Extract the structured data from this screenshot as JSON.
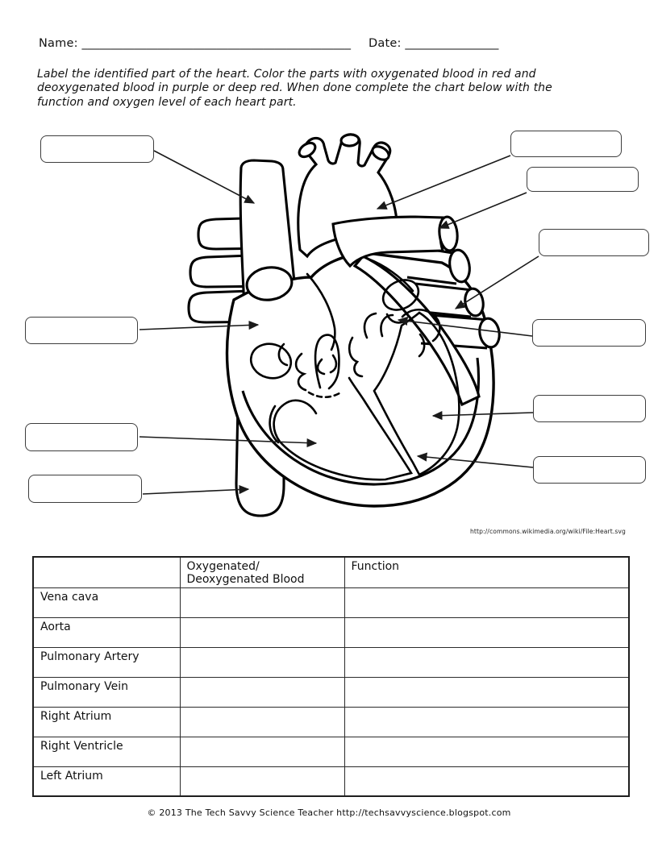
{
  "page": {
    "name_label": "Name:",
    "name_blank": "______________________________________________",
    "date_label": "Date:",
    "date_blank": "________________"
  },
  "instructions": {
    "line1": "Label the identified part of the heart.  Color the parts with oxygenated blood in red and",
    "line2": "deoxygenated blood in purple or deep red.  When done complete the chart below with the",
    "line3": "function and oxygen level of each heart part."
  },
  "diagram": {
    "source_url": "http://commons.wikimedia.org/wiki/File:Heart.svg",
    "label_box_count": "10"
  },
  "table": {
    "header": {
      "col1": "",
      "col2_line1": "Oxygenated/",
      "col2_line2": "Deoxygenated Blood",
      "col3": "Function"
    },
    "rows": [
      {
        "part": "Vena cava"
      },
      {
        "part": "Aorta"
      },
      {
        "part": "Pulmonary Artery"
      },
      {
        "part": "Pulmonary Vein"
      },
      {
        "part": "Right Atrium"
      },
      {
        "part": "Right Ventricle"
      },
      {
        "part": "Left Atrium"
      }
    ]
  },
  "footer": {
    "credit": "© 2013 The Tech Savvy Science Teacher http://techsavvyscience.blogspot.com"
  }
}
